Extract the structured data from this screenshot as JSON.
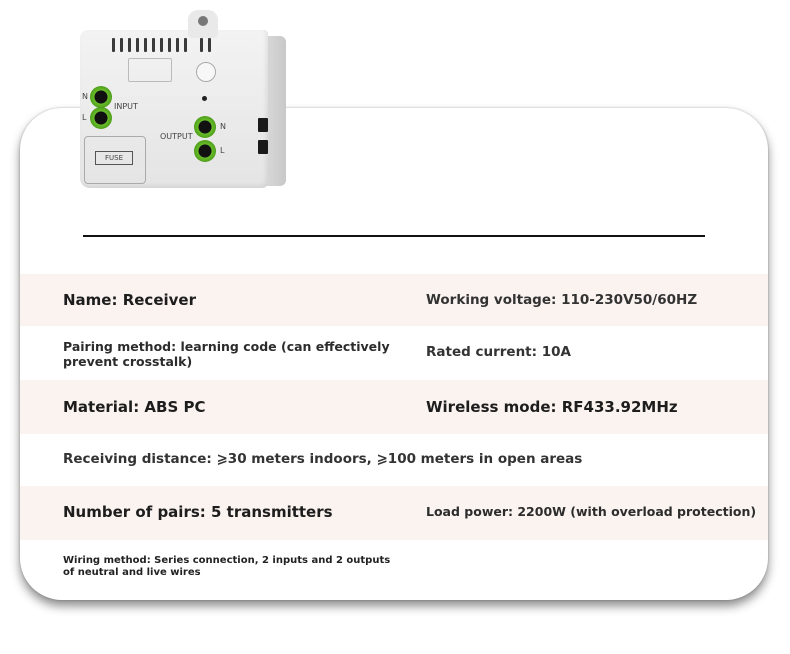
{
  "device": {
    "input_label": "INPUT",
    "output_label": "OUTPUT",
    "fuse_label": "FUSE",
    "n_label": "N",
    "l_label": "L",
    "colors": {
      "terminal_green": "#5aad1f",
      "body": "#ececec"
    }
  },
  "specs": {
    "name": "Name: Receiver",
    "working_voltage": "Working voltage: 110-230V50/60HZ",
    "pairing_method": "Pairing method: learning code (can effectively prevent crosstalk)",
    "rated_current": "Rated current: 10A",
    "material": "Material: ABS PC",
    "wireless_mode": "Wireless mode: RF433.92MHz",
    "receiving_distance": "Receiving distance: ⩾30 meters indoors, ⩾100 meters in open areas",
    "number_of_pairs": "Number of pairs: 5 transmitters",
    "load_power": "Load power: 2200W (with overload protection)",
    "wiring_method": "Wiring method: Series connection, 2 inputs and 2 outputs of neutral and live wires"
  }
}
